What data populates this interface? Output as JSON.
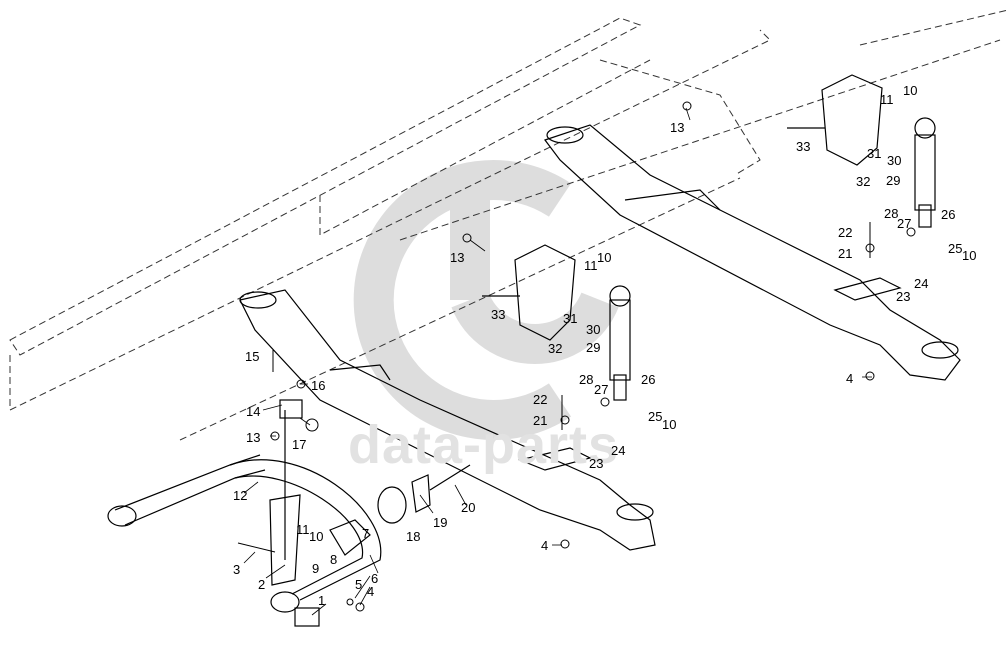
{
  "watermark": {
    "text": "data-parts",
    "color": "#e0e0e0"
  },
  "colors": {
    "line": "#000000",
    "dash": "#333333",
    "watermark": "#dcdcdc"
  },
  "callouts": {
    "c1": "1",
    "c2": "2",
    "c3": "3",
    "c4a": "4",
    "c5": "5",
    "c6": "6",
    "c7": "7",
    "c8": "8",
    "c9": "9",
    "c10a": "10",
    "c11a": "11",
    "c12": "12",
    "c13a": "13",
    "c14": "14",
    "c15": "15",
    "c16": "16",
    "c17": "17",
    "c18": "18",
    "c19": "19",
    "c20": "20",
    "c4b": "4",
    "c21a": "21",
    "c22a": "22",
    "c23a": "23",
    "c24a": "24",
    "c25a": "25",
    "c10b": "10",
    "c26a": "26",
    "c27a": "27",
    "c28a": "28",
    "c29a": "29",
    "c30a": "30",
    "c31a": "31",
    "c32a": "32",
    "c33a": "33",
    "c11b": "11",
    "c10c": "10",
    "c13b": "13",
    "c13c": "13",
    "c33b": "33",
    "c31b": "31",
    "c30b": "30",
    "c32b": "32",
    "c29b": "29",
    "c11c": "11",
    "c10d": "10",
    "c22b": "22",
    "c28b": "28",
    "c27b": "27",
    "c26b": "26",
    "c21b": "21",
    "c25b": "25",
    "c10e": "10",
    "c23b": "23",
    "c24b": "24",
    "c4c": "4"
  }
}
